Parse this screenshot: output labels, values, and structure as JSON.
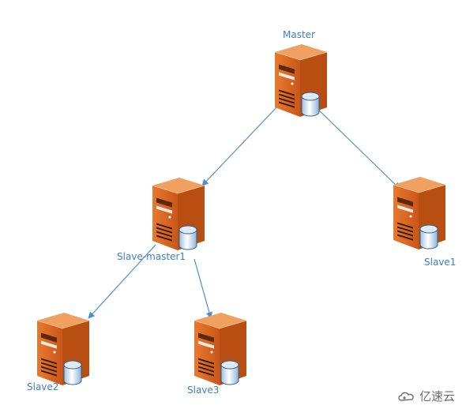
{
  "diagram": {
    "nodes": [
      {
        "id": "master",
        "label": "Master",
        "icon": "server-with-database-icon"
      },
      {
        "id": "slave-master1",
        "label": "Slave-master1",
        "icon": "server-with-database-icon"
      },
      {
        "id": "slave1",
        "label": "Slave1",
        "icon": "server-with-database-icon"
      },
      {
        "id": "slave2",
        "label": "Slave2",
        "icon": "server-with-database-icon"
      },
      {
        "id": "slave3",
        "label": "Slave3",
        "icon": "server-with-database-icon"
      }
    ],
    "edges": [
      {
        "from": "master",
        "to": "slave-master1"
      },
      {
        "from": "master",
        "to": "slave1"
      },
      {
        "from": "slave-master1",
        "to": "slave2"
      },
      {
        "from": "slave-master1",
        "to": "slave3"
      }
    ],
    "colors": {
      "server_front": "#d9651f",
      "server_side": "#b84e12",
      "server_top": "#f0a060",
      "edge": "#4a8fd0",
      "label": "#3e7fc1"
    }
  },
  "watermark": {
    "text": "亿速云",
    "icon": "cloud-logo-icon"
  }
}
